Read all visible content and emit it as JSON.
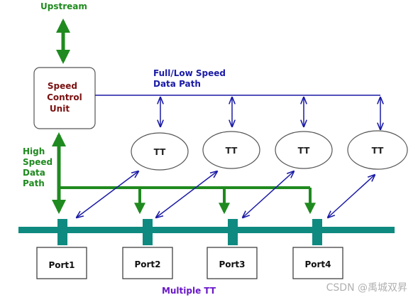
{
  "upstream": "Upstream",
  "speed_control_unit": [
    "Speed",
    "Control",
    "Unit"
  ],
  "full_low_speed_path": [
    "Full/Low Speed",
    "Data Path"
  ],
  "high_speed_path": [
    "High",
    "Speed",
    "Data",
    "Path"
  ],
  "tt_labels": [
    "TT",
    "TT",
    "TT",
    "TT"
  ],
  "ports": [
    "Port1",
    "Port2",
    "Port3",
    "Port4"
  ],
  "caption": "Multiple TT",
  "watermark": "CSDN @禹城双昇",
  "colors": {
    "green": "#1f8a1f",
    "blue": "#1a1aa6",
    "teal": "#0f8a80",
    "maroon": "#7a1010",
    "purple": "#6a18c8"
  }
}
